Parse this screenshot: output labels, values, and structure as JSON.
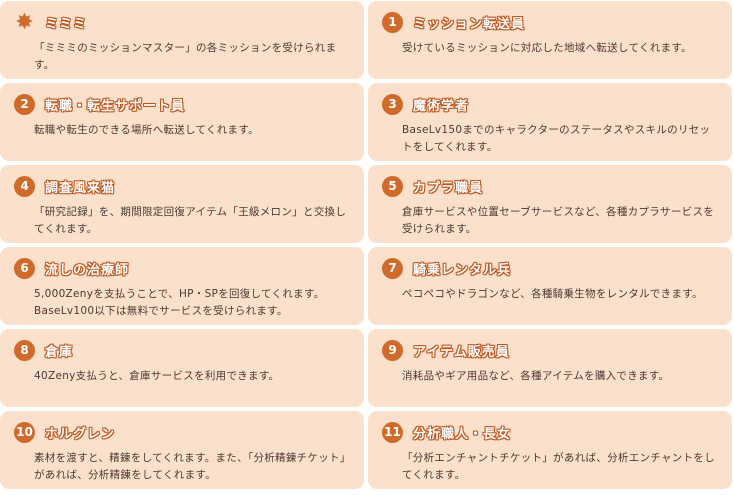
{
  "cards": [
    {
      "badge": "✸",
      "title": "ミミミ",
      "desc": "「ミミミのミッションマスター」の各ミッションを受けられます。"
    },
    {
      "badge": "1",
      "title": "ミッション転送員",
      "desc": "受けているミッションに対応した地域へ転送してくれます。"
    },
    {
      "badge": "2",
      "title": "転職・転生サポート員",
      "desc": "転職や転生のできる場所へ転送してくれます。"
    },
    {
      "badge": "3",
      "title": "魔術学者",
      "desc": "BaseLv150までのキャラクターのステータスやスキルのリセットをしてくれます。"
    },
    {
      "badge": "4",
      "title": "調査風来猫",
      "desc": "「研究記録」を、期間限定回復アイテム「王級メロン」と交換してくれます。"
    },
    {
      "badge": "5",
      "title": "カプラ職員",
      "desc": "倉庫サービスや位置セーブサービスなど、各種カプラサービスを受けられます。"
    },
    {
      "badge": "6",
      "title": "流しの治療師",
      "desc": "5,000Zenyを支払うことで、HP・SPを回復してくれます。BaseLv100以下は無料でサービスを受けられます。"
    },
    {
      "badge": "7",
      "title": "騎乗レンタル兵",
      "desc": "ペコペコやドラゴンなど、各種騎乗生物をレンタルできます。"
    },
    {
      "badge": "8",
      "title": "倉庫",
      "desc": "40Zeny支払うと、倉庫サービスを利用できます。"
    },
    {
      "badge": "9",
      "title": "アイテム販売員",
      "desc": "消耗品やギア用品など、各種アイテムを購入できます。"
    },
    {
      "badge": "10",
      "title": "ホルグレン",
      "desc": "素材を渡すと、精錬をしてくれます。また、「分析精錬チケット」があれば、分析精錬をしてくれます。"
    },
    {
      "badge": "11",
      "title": "分析職人・長女",
      "desc": "「分析エンチャントチケット」があれば、分析エンチャントをしてくれます。"
    }
  ]
}
